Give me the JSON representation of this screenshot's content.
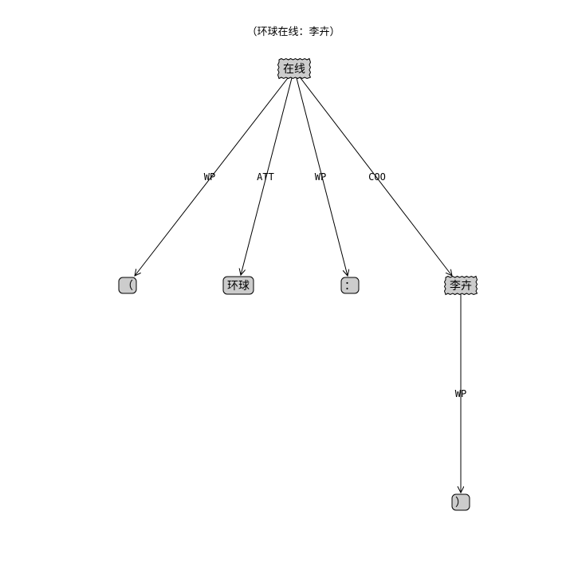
{
  "title": "（环球在线：李卉）",
  "nodes": [
    {
      "id": "root",
      "label": "在线",
      "style": "jagged"
    },
    {
      "id": "n1",
      "label": "（",
      "style": "rounded"
    },
    {
      "id": "n2",
      "label": "环球",
      "style": "rounded"
    },
    {
      "id": "n3",
      "label": "：",
      "style": "rounded"
    },
    {
      "id": "n4",
      "label": "李卉",
      "style": "jagged"
    },
    {
      "id": "n5",
      "label": "）",
      "style": "rounded"
    }
  ],
  "edges": [
    {
      "from": "root",
      "to": "n1",
      "label": "WP"
    },
    {
      "from": "root",
      "to": "n2",
      "label": "ATT"
    },
    {
      "from": "root",
      "to": "n3",
      "label": "WP"
    },
    {
      "from": "root",
      "to": "n4",
      "label": "COO"
    },
    {
      "from": "n4",
      "to": "n5",
      "label": "WP"
    }
  ],
  "colors": {
    "node_fill": "#cccccc",
    "stroke": "#000000",
    "background": "#ffffff"
  }
}
